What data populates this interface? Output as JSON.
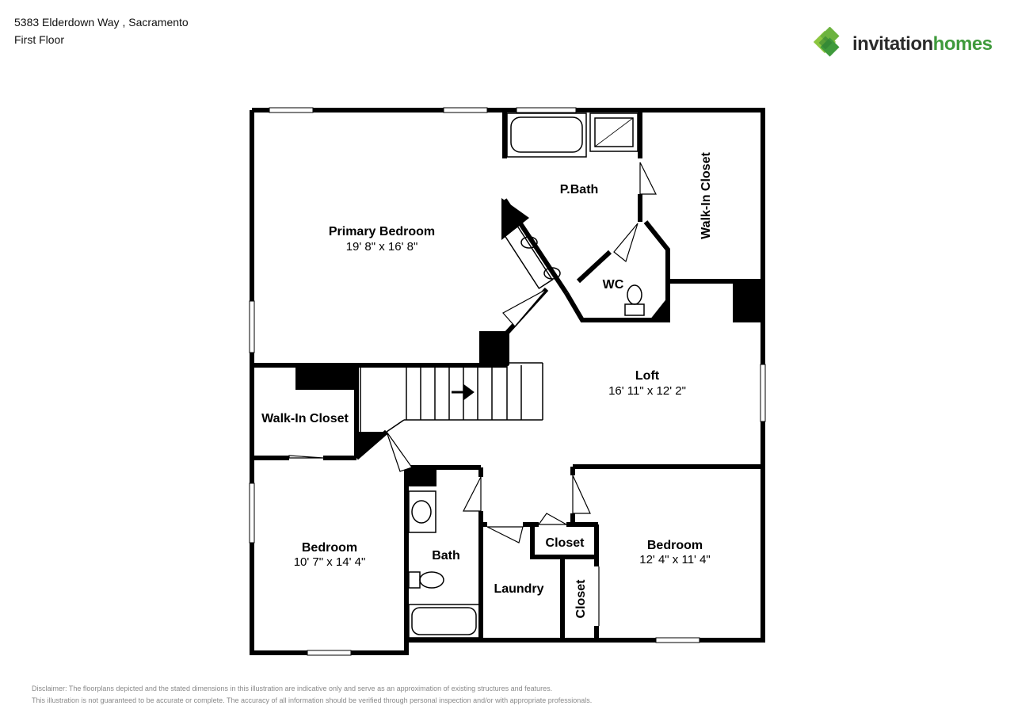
{
  "header": {
    "address": "5383 Elderdown Way , Sacramento",
    "floor": "First Floor"
  },
  "logo": {
    "word1": "invitation",
    "word2": "homes",
    "colors": {
      "dark_green": "#3f9a3c",
      "light_green": "#8cc63f",
      "text": "#2b2b2b"
    }
  },
  "rooms": {
    "primary_bedroom": {
      "name": "Primary Bedroom",
      "dims": "19' 8\" x 16' 8\""
    },
    "pbath": {
      "name": "P.Bath"
    },
    "walkin_closet_right": {
      "name": "Walk-In Closet"
    },
    "wc": {
      "name": "WC"
    },
    "loft": {
      "name": "Loft",
      "dims": "16' 11\" x 12' 2\""
    },
    "walkin_closet_left": {
      "name": "Walk-In Closet"
    },
    "bedroom_left": {
      "name": "Bedroom",
      "dims": "10' 7\" x 14' 4\""
    },
    "bath": {
      "name": "Bath"
    },
    "laundry": {
      "name": "Laundry"
    },
    "closet_top": {
      "name": "Closet"
    },
    "closet_side": {
      "name": "Closet"
    },
    "bedroom_right": {
      "name": "Bedroom",
      "dims": "12' 4\" x 11' 4\""
    }
  },
  "disclaimer": {
    "line1": "Disclaimer: The floorplans depicted and the stated dimensions in this illustration are indicative only and serve as an approximation of existing structures and features.",
    "line2": "This illustration is not guaranteed to be accurate or complete. The accuracy of all information should be verified through personal inspection and/or with appropriate professionals."
  }
}
